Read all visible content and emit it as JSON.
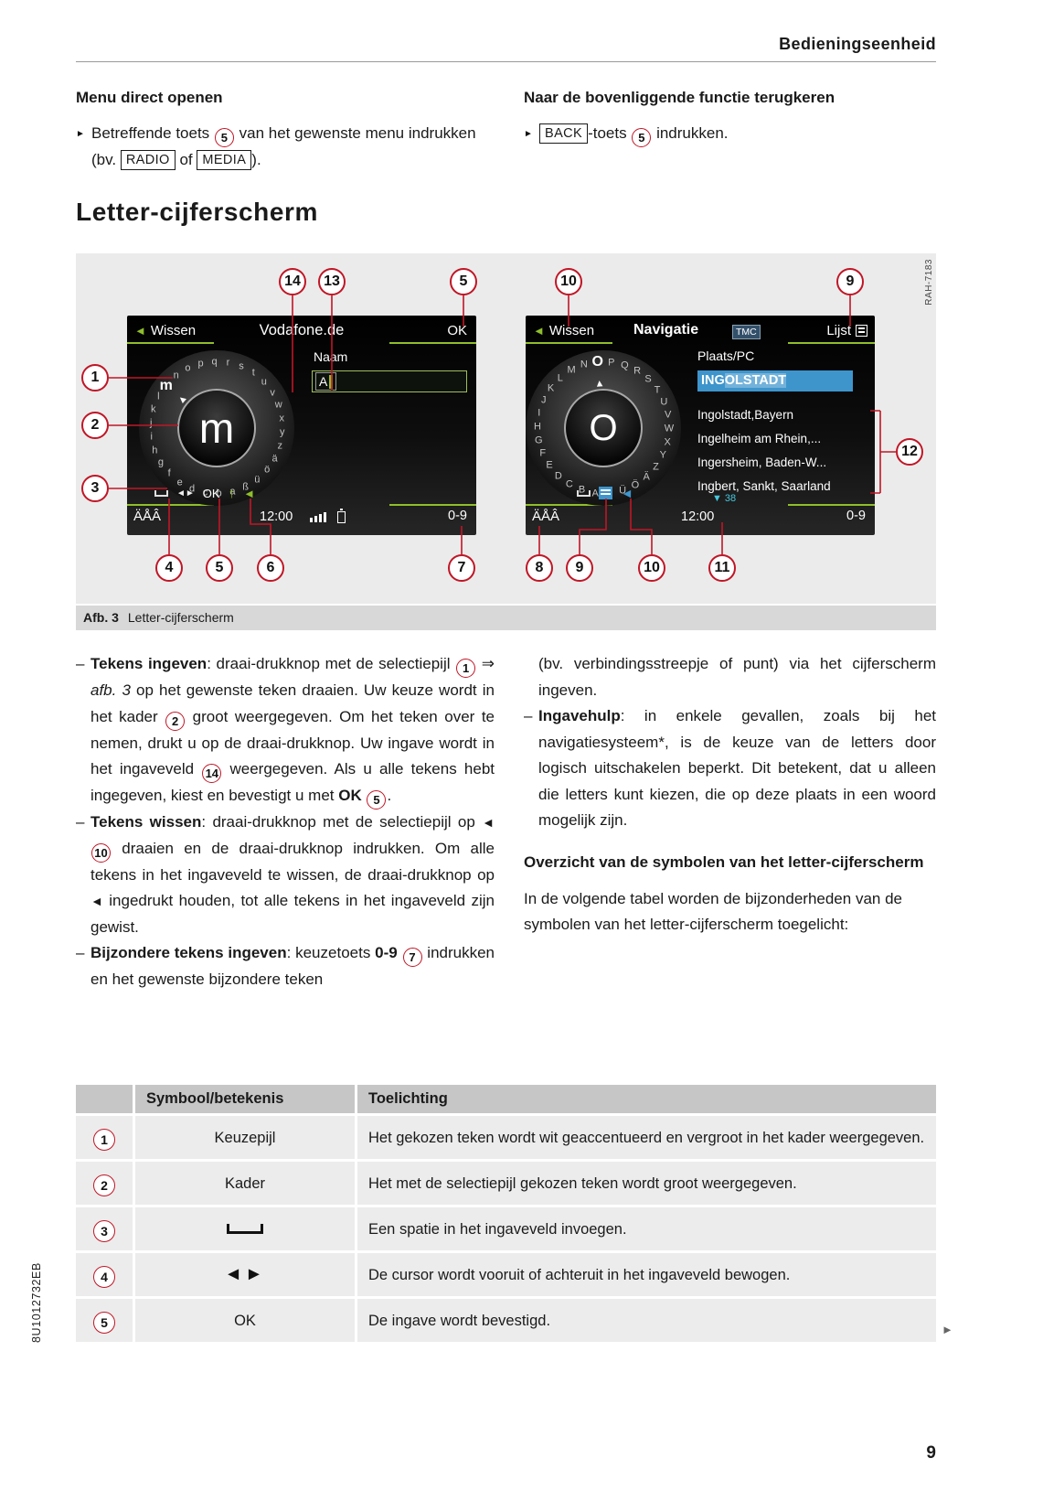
{
  "page": {
    "header": "Bedieningseenheid",
    "section_title": "Letter-cijferscherm",
    "page_number": "9",
    "doc_code": "8U1012732EB"
  },
  "icons": {
    "bullet": "►",
    "back_arrow": "◄",
    "cursor_pair": "◄►",
    "shift_arrow": "↑",
    "pointer": "▲",
    "down_triangle": "▼"
  },
  "intro": {
    "left": {
      "heading": "Menu direct openen",
      "bullet": [
        {
          "text": "Betreffende toets "
        },
        {
          "callout": "5"
        },
        {
          "text": " van het gewenste menu indrukken (bv. "
        },
        {
          "key": "RADIO"
        },
        {
          "text": " of "
        },
        {
          "key": "MEDIA"
        },
        {
          "text": ")."
        }
      ]
    },
    "right": {
      "heading": "Naar de bovenliggende functie terugkeren",
      "bullet": [
        {
          "key": "BACK"
        },
        {
          "text": "-toets "
        },
        {
          "callout": "5"
        },
        {
          "text": " indrukken."
        }
      ]
    }
  },
  "figure": {
    "tag": "RAH-7183",
    "caption_label": "Afb. 3",
    "caption_text": "Letter-cijferscherm",
    "callouts": [
      {
        "id": "t14",
        "label": "14"
      },
      {
        "id": "t13",
        "label": "13"
      },
      {
        "id": "t5",
        "label": "5"
      },
      {
        "id": "t10",
        "label": "10"
      },
      {
        "id": "t9",
        "label": "9"
      },
      {
        "id": "l1",
        "label": "1"
      },
      {
        "id": "l2",
        "label": "2"
      },
      {
        "id": "l3",
        "label": "3"
      },
      {
        "id": "r12",
        "label": "12"
      },
      {
        "id": "b4",
        "label": "4"
      },
      {
        "id": "b5",
        "label": "5"
      },
      {
        "id": "b6",
        "label": "6"
      },
      {
        "id": "b7",
        "label": "7"
      },
      {
        "id": "b8",
        "label": "8"
      },
      {
        "id": "b9",
        "label": "9"
      },
      {
        "id": "b10",
        "label": "10"
      },
      {
        "id": "b11",
        "label": "11"
      }
    ],
    "left_screen": {
      "back_label": "Wissen",
      "title": "Vodafone.de",
      "ok_label": "OK",
      "field_label": "Naam",
      "input_value": "A",
      "dial_selected": "m",
      "dial_letters": [
        "a",
        "b",
        "c",
        "d",
        "e",
        "f",
        "g",
        "h",
        "i",
        "j",
        "k",
        "l",
        "m",
        "n",
        "o",
        "p",
        "q",
        "r",
        "s",
        "t",
        "u",
        "v",
        "w",
        "x",
        "y",
        "z",
        "ä",
        "ö",
        "ü",
        "ß"
      ],
      "toolbar_ok": "OK",
      "special_left": "ÄÅÂ",
      "time": "12:00",
      "digits_label": "0-9"
    },
    "right_screen": {
      "back_label": "Wissen",
      "title": "Navigatie",
      "tmc_label": "TMC",
      "list_label": "Lijst",
      "field_label": "Plaats/PC",
      "input_typed": "ING",
      "input_completion": "OLSTADT",
      "results": [
        "Ingolstadt,Bayern",
        "Ingelheim am Rhein,...",
        "Ingersheim, Baden-W...",
        "Ingbert, Sankt, Saarland"
      ],
      "dial_selected": "O",
      "dial_letters": [
        "A",
        "B",
        "C",
        "D",
        "E",
        "F",
        "G",
        "H",
        "I",
        "J",
        "K",
        "L",
        "M",
        "N",
        "O",
        "P",
        "Q",
        "R",
        "S",
        "T",
        "U",
        "V",
        "W",
        "X",
        "Y",
        "Z",
        "Ä",
        "Ö",
        "Ü",
        "ß"
      ],
      "count_badge": "38",
      "special_left": "ÄÅÂ",
      "time": "12:00",
      "digits_label": "0-9"
    }
  },
  "body": {
    "left": [
      {
        "segments": [
          {
            "bold": "Tekens ingeven"
          },
          {
            "text": ": draai-drukknop met de selectiepijl "
          },
          {
            "callout": "1"
          },
          {
            "text": " ⇒ "
          },
          {
            "italic": "afb. 3"
          },
          {
            "text": " op het gewenste teken draaien. Uw keuze wordt in het kader "
          },
          {
            "callout": "2"
          },
          {
            "text": " groot weergegeven. Om het teken over te nemen, drukt u op de draai-drukknop. Uw ingave wordt in het ingaveveld "
          },
          {
            "callout": "14"
          },
          {
            "text": " weergegeven. Als u alle tekens hebt ingegeven, kiest en bevestigt u met "
          },
          {
            "bold": "OK"
          },
          {
            "text": " "
          },
          {
            "callout": "5"
          },
          {
            "text": "."
          }
        ]
      },
      {
        "segments": [
          {
            "bold": "Tekens wissen"
          },
          {
            "text": ": draai-drukknop met de selectiepijl op "
          },
          {
            "arrow": "left"
          },
          {
            "text": " "
          },
          {
            "callout": "10"
          },
          {
            "text": " draaien en de draai-drukknop indrukken. Om alle tekens in het ingaveveld te wissen, de draai-drukknop op "
          },
          {
            "arrow": "left"
          },
          {
            "text": " ingedrukt houden, tot alle tekens in het ingaveveld zijn gewist."
          }
        ]
      },
      {
        "segments": [
          {
            "bold": "Bijzondere tekens ingeven"
          },
          {
            "text": ": keuzetoets "
          },
          {
            "bold": "0-9"
          },
          {
            "text": " "
          },
          {
            "callout": "7"
          },
          {
            "text": " indrukken en het gewenste bijzondere teken"
          }
        ]
      }
    ],
    "right_cont": [
      {
        "text": "(bv. verbindingsstreepje of punt) via het cijferscherm ingeven."
      }
    ],
    "right": [
      {
        "segments": [
          {
            "bold": "Ingavehulp"
          },
          {
            "text": ": in enkele gevallen, zoals bij het navigatiesysteem*, is de keuze van de letters door logisch uitschakelen beperkt. Dit betekent, dat u alleen die letters kunt kiezen, die op deze plaats in een woord mogelijk zijn."
          }
        ]
      }
    ],
    "subheading": "Overzicht van de symbolen van het letter-cijferscherm",
    "closing": "In de volgende tabel worden de bijzonderheden van de symbolen van het letter-cijferscherm toegelicht:"
  },
  "table": {
    "headers": {
      "symbol": "Symbool/betekenis",
      "explanation": "Toelichting"
    },
    "rows": [
      {
        "callout": "1",
        "symbol": {
          "type": "text",
          "label": "Keuzepijl"
        },
        "explanation": "Het gekozen teken wordt wit geaccentueerd en vergroot in het kader weergegeven."
      },
      {
        "callout": "2",
        "symbol": {
          "type": "text",
          "label": "Kader"
        },
        "explanation": "Het met de selectiepijl gekozen teken wordt groot weergegeven."
      },
      {
        "callout": "3",
        "symbol": {
          "type": "space-icon"
        },
        "explanation": "Een spatie in het ingaveveld invoegen."
      },
      {
        "callout": "4",
        "symbol": {
          "type": "cursor-arrows-icon"
        },
        "explanation": "De cursor wordt vooruit of achteruit in het ingaveveld bewogen."
      },
      {
        "callout": "5",
        "symbol": {
          "type": "text",
          "label": "OK"
        },
        "explanation": "De ingave wordt bevestigd."
      }
    ]
  },
  "colors": {
    "callout_red": "#c01626",
    "screen_green": "#8fbe2b",
    "screen_blue": "#3d95cc"
  }
}
